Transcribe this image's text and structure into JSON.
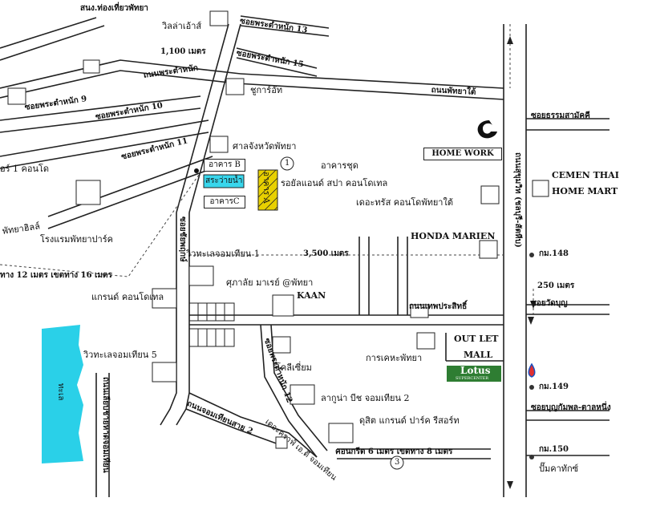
{
  "labels": {
    "tat": "สนง.ท่องเที่ยวพัทยา",
    "villa_sea": "วิลล่าเอ้าส์",
    "dist_1100": "1,100 เมตร",
    "pratamnak_rd": "ถนนพระตำหนัก",
    "soi_pt13": "ซอยพระตำหนัก 13",
    "soi_pt15": "ซอยพระตำหนัก 15",
    "soi_pt10": "ซอยพระตำหนัก 10",
    "soi_pt11": "ซอยพระตำหนัก 11",
    "soi_pt9": "ซอยพระตำหนัก 9",
    "sukarat": "ชูการ์อัท",
    "pattaya_tai": "ถนนพัทยาใต้",
    "courthouse": "ศาลจังหวัดพัทยา",
    "building_b": "อาคาร B",
    "pool": "สระว่ายน้ำ",
    "building_c": "อาคารC",
    "building_a": "อาคาร A",
    "marker_1": "1",
    "condo_block": "อาคารชุด",
    "royal_spa": "รอยัลแอนด์ สปา คอนโดเทล",
    "home_work": "HOME WORK",
    "trust_condo": "เดอะทรัส คอนโดพัทยาใต้",
    "cemen_thai": "CEMEN THAI",
    "home_mart": "HOME MART",
    "soi_tham": "ซอยธรรมสามัคคี",
    "honda": "HONDA MARIEN",
    "km148": "กม.148",
    "dist_250": "250 เมตร",
    "view_1": "วิวทะเลจอมเทียน 1",
    "dist_3500": "3,500 เมตร",
    "tuk_dance": "ศุภาลัย มาเรย์ @พัทยา",
    "kaan": "KAAN",
    "soi_chaiyaphruek": "ซอยชัยพฤกษ์",
    "grand_condo": "แกรนด์ คอนโดเทล",
    "view_5": "วิวทะเลจอมเทียน 5",
    "thepprasit_rd": "ถนนเทพประสิทธิ์",
    "outlet": "OUT LET",
    "mall": "MALL",
    "lotus": "Lotus",
    "lotus_sub": "SUPERCENTER",
    "kolosseum": "โคลีเซี่ยม",
    "pattaya_trade": "การเคหะพัทยา",
    "km149": "กม.149",
    "sea": "ทะเล",
    "laguna": "ลากูน่า บีช จอมเทียน 2",
    "soi_jomtien": "ซอยบุญกัมพล-ตาลหนึ่ง",
    "dusit": "ดุสิต แกรนด์ ปาร์ค รีสอร์ท",
    "concrete_rd": "คอนกรีต 6 เมตร เขตทาง 8 เมตร",
    "marker_3": "3",
    "km150": "กม.150",
    "ptt": "ปั๊มคาทักซ์",
    "road_width": "ทาง 12 เมตร เขตทาง 16 เมตร",
    "condo_1": "อร์ 1 คอนโด",
    "pattaya_hill": "พัทยาฮิลล์",
    "pattaya_park": "โรงแรมพัทยาปาร์ค",
    "jomtien_beach_rd": "ถนนเลียบชายหาดจอมเทียน",
    "jomtien_2nd_rd": "ถนนจอมเทียนสาย 2",
    "soi_wat": "ซอยวัดบุญ",
    "sukhumvit": "ถนนสุขุมวิท (ชลบุรี-สัตหีบ)",
    "soi_deka": "เดอะคราฟ์ เอ.ดี จอมเทียน",
    "soi_pratumnak12": "ซอยพระตำหนัก 12"
  },
  "colors": {
    "sea": "#2ad0e8",
    "pool": "#38d6ec",
    "building_a": "#e8d000",
    "lotus": "#2e7d32",
    "line": "#222222",
    "dashed": "#444444"
  }
}
